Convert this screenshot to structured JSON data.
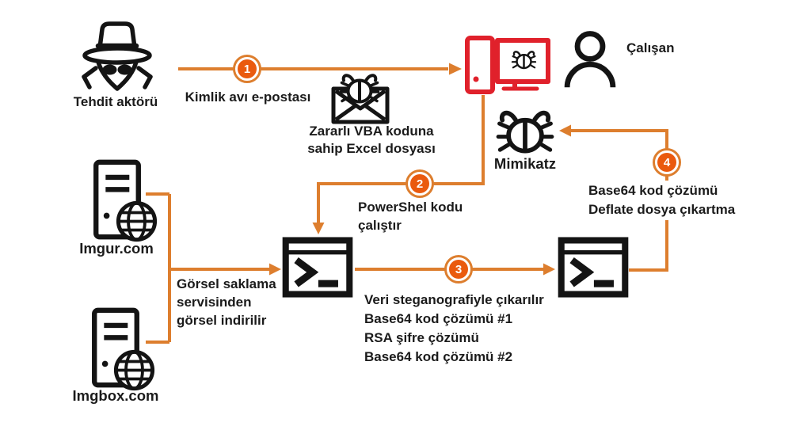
{
  "colors": {
    "flow_orange": "#DD7E2E",
    "badge_orange": "#EA5A0E",
    "alert_red": "#E0212B",
    "icon_black": "#141414",
    "text": "#1b1b1b",
    "background": "#ffffff"
  },
  "icons": {
    "threat_actor": "spy-hacker-icon",
    "phishing_attachment": "envelope-with-bug-icon",
    "infected_computer": "desktop-computer-with-bug-icon",
    "employee": "person-icon",
    "mimikatz": "bug-icon",
    "imgur_server": "server-with-globe-icon",
    "imgbox_server": "server-with-globe-icon",
    "powershell_terminal_1": "terminal-window-icon",
    "powershell_terminal_2": "terminal-window-icon"
  },
  "nodes": {
    "threat_actor": "Tehdit aktörü",
    "employee": "Çalışan",
    "mimikatz": "Mimikatz",
    "imgur": "Imgur.com",
    "imgbox": "Imgbox.com"
  },
  "steps": [
    {
      "num": "1",
      "lines": [
        "Kimlik avı e-postası"
      ]
    },
    {
      "num": "2",
      "lines": [
        "PowerShel kodu",
        "çalıştır"
      ]
    },
    {
      "num": "3",
      "lines": [
        "Veri steganografiyle çıkarılır",
        "Base64 kod çözümü #1",
        "RSA şifre çözümü",
        "Base64 kod çözümü #2"
      ]
    },
    {
      "num": "4",
      "lines": [
        "Base64 kod çözümü",
        "Deflate dosya çıkartma"
      ]
    }
  ],
  "annotations": {
    "attachment": [
      "Zararlı VBA koduna",
      "sahip Excel dosyası"
    ],
    "image_download": [
      "Görsel saklama",
      "servisinden",
      "görsel indirilir"
    ]
  }
}
